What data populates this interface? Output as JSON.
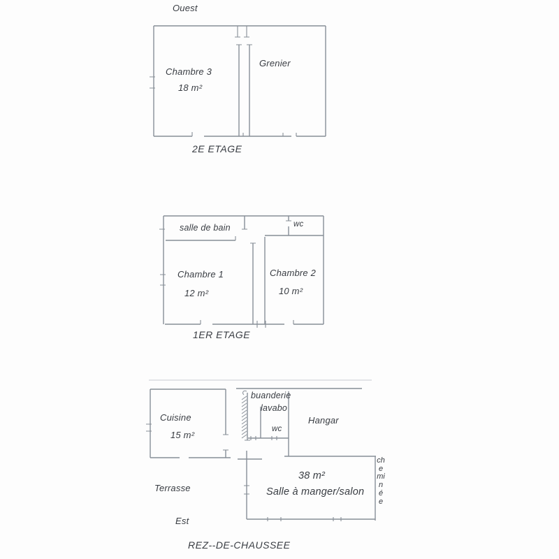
{
  "colors": {
    "wall": "#878e97",
    "faint_line": "#c7cbd1",
    "text": "#383c42",
    "background": "#fdfdfd"
  },
  "floor2": {
    "orientation": "Ouest",
    "title": "2E ETAGE",
    "chambre3": {
      "name": "Chambre 3",
      "area": "18 m²"
    },
    "grenier": "Grenier"
  },
  "floor1": {
    "title": "1ER ETAGE",
    "salle_de_bain": "salle de bain",
    "wc": "wc",
    "chambre1": {
      "name": "Chambre 1",
      "area": "12 m²"
    },
    "chambre2": {
      "name": "Chambre 2",
      "area": "10 m²"
    }
  },
  "ground": {
    "title": "REZ--DE-CHAUSSEE",
    "orientation": "Est",
    "cuisine": {
      "name": "Cuisine",
      "area": "15 m²"
    },
    "buanderie": "buanderie",
    "lavabo": "lavabo",
    "wc": "wc",
    "hangar": "Hangar",
    "salon": {
      "area": "38 m²",
      "name": "Salle à manger/salon"
    },
    "terrasse": "Terrasse",
    "cheminee": "cheminée"
  }
}
